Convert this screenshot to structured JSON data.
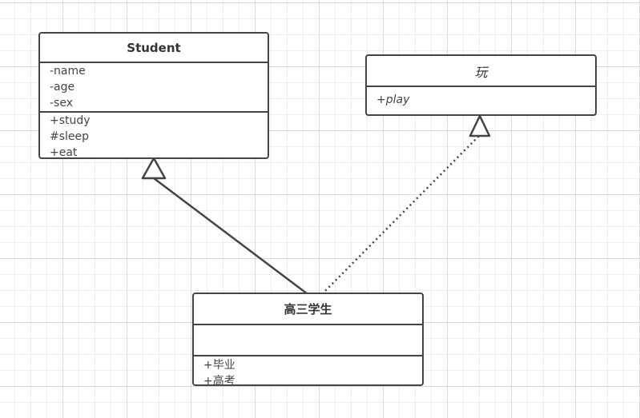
{
  "diagram": {
    "classes": {
      "student": {
        "name": "Student",
        "attributes": [
          "-name",
          "-age",
          "-sex"
        ],
        "operations": [
          "+study",
          "#sleep",
          "+eat"
        ]
      },
      "play": {
        "name": "玩",
        "attributes": [],
        "operations": [
          "+play"
        ]
      },
      "senior": {
        "name": "高三学生",
        "attributes": [],
        "operations": [
          "+毕业",
          "+高考"
        ]
      }
    },
    "relationships": [
      {
        "type": "generalization",
        "from": "高三学生",
        "to": "Student",
        "line": "solid"
      },
      {
        "type": "realization",
        "from": "高三学生",
        "to": "玩",
        "line": "dotted"
      }
    ],
    "colors": {
      "stroke": "#444444",
      "grid": "#c8c8c8",
      "background": "#ffffff"
    }
  }
}
